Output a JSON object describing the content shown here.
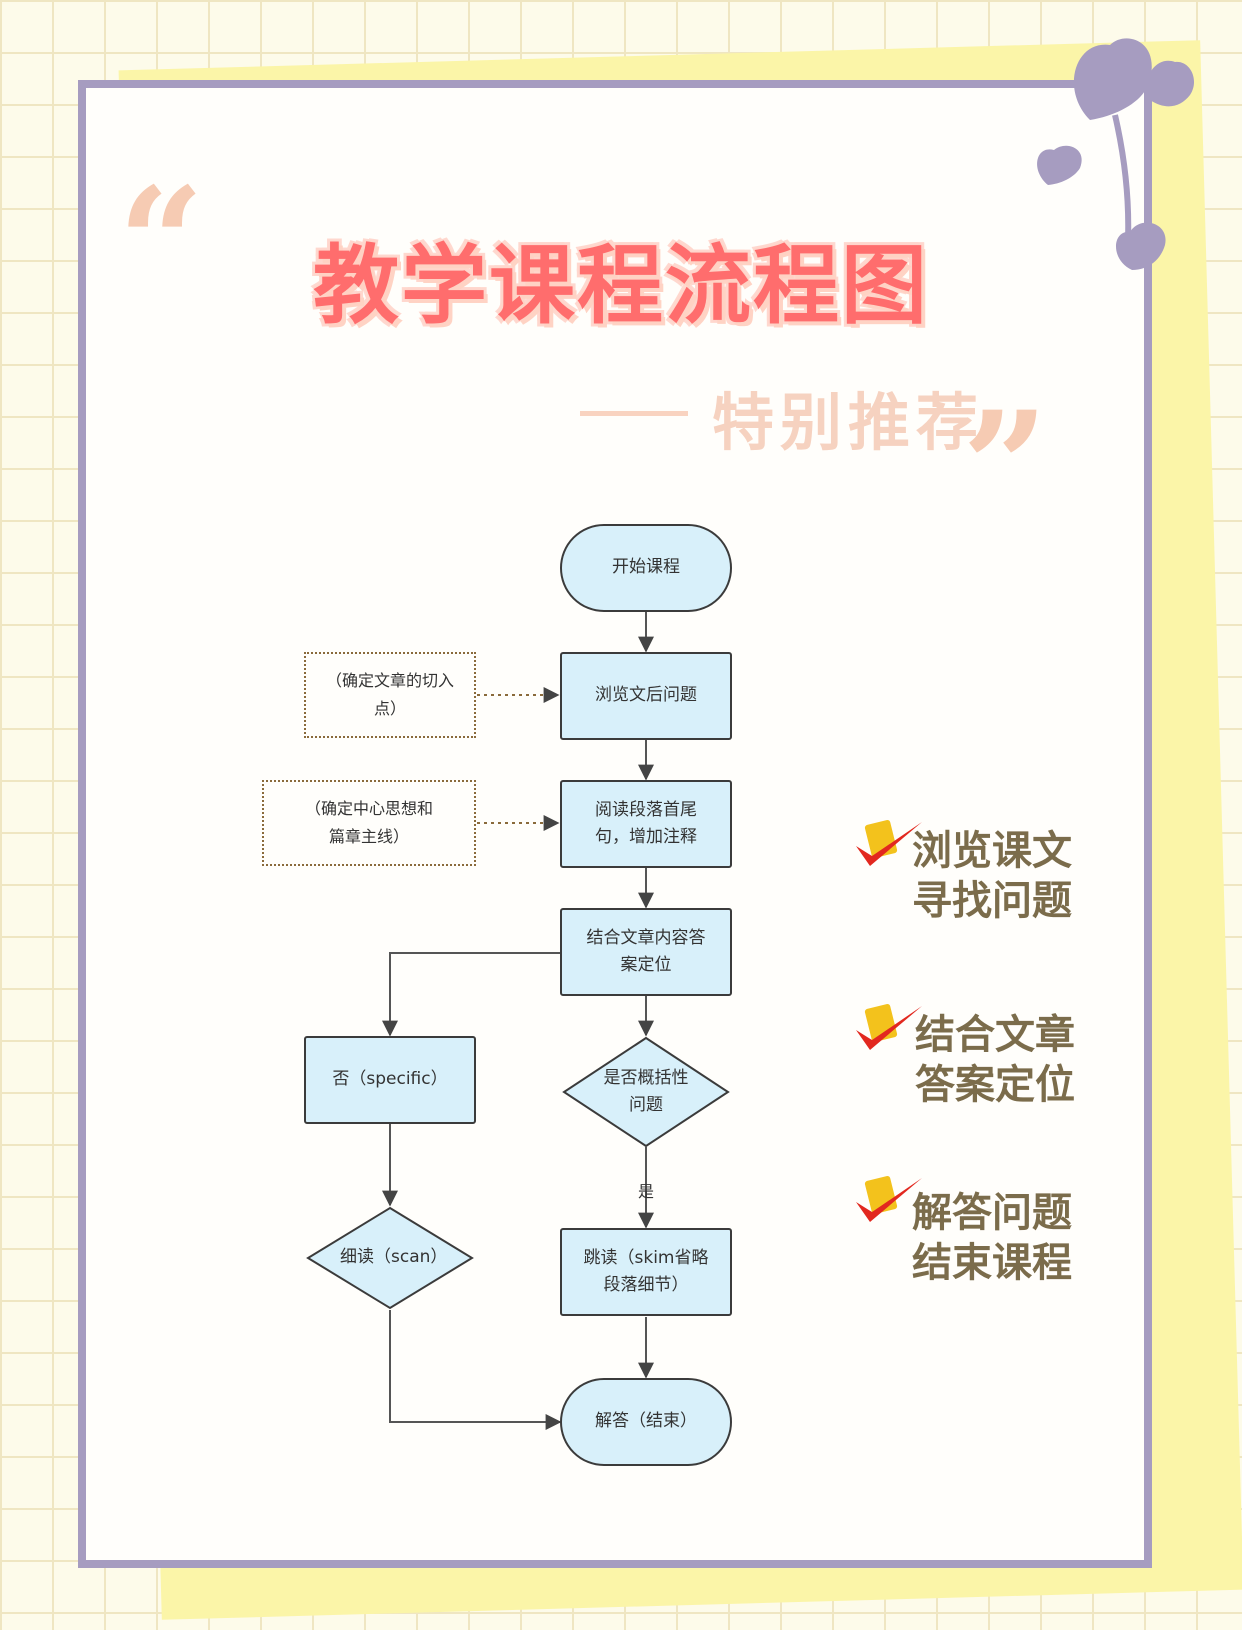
{
  "title": "教学课程流程图",
  "subtitle": "特别推荐",
  "nodes": {
    "start": "开始课程",
    "browse": "浏览文后问题",
    "read": "阅读段落首尾句，增加注释",
    "locate": "结合文章内容答案定位",
    "no_specific": "否（specific）",
    "decision": "是否概括性问题",
    "scan": "细读（scan）",
    "skim": "跳读（skim省略段落细节）",
    "end": "解答（结束）"
  },
  "annotations": {
    "entry": "（确定文章的切入点）",
    "main_idea": "（确定中心思想和篇章主线）"
  },
  "edge_labels": {
    "yes": "是"
  },
  "side_notes": [
    {
      "line1": "浏览课文",
      "line2": "寻找问题"
    },
    {
      "line1": "结合文章",
      "line2": "答案定位"
    },
    {
      "line1": "解答问题",
      "line2": "结束课程"
    }
  ],
  "colors": {
    "title": "#ff6d6d",
    "node_fill": "#d8f0fa",
    "frame": "#a69cc0",
    "side_text": "#7b6c4b",
    "check": "#e2281f"
  },
  "icons": [
    "heart-icon",
    "check-mark-icon"
  ]
}
